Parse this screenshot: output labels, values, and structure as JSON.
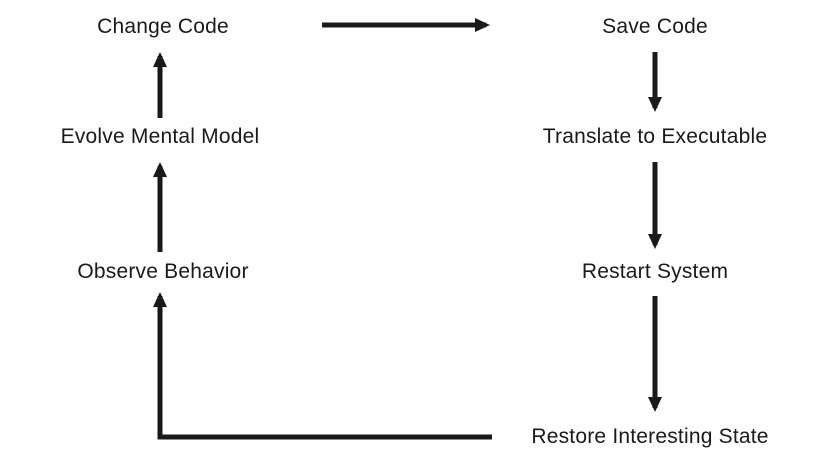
{
  "diagram": {
    "type": "flowchart-cycle",
    "background": "#ffffff",
    "colors": {
      "text": "#1a1a1a",
      "arrow": "#1a1a1a"
    },
    "nodes": {
      "change_code": {
        "label": "Change Code"
      },
      "save_code": {
        "label": "Save Code"
      },
      "evolve_mental_model": {
        "label": "Evolve Mental Model"
      },
      "translate_to_executable": {
        "label": "Translate to Executable"
      },
      "observe_behavior": {
        "label": "Observe Behavior"
      },
      "restart_system": {
        "label": "Restart System"
      },
      "restore_interesting_state": {
        "label": "Restore Interesting State"
      }
    },
    "edges": [
      {
        "from": "change_code",
        "to": "save_code"
      },
      {
        "from": "save_code",
        "to": "translate_to_executable"
      },
      {
        "from": "translate_to_executable",
        "to": "restart_system"
      },
      {
        "from": "restart_system",
        "to": "restore_interesting_state"
      },
      {
        "from": "restore_interesting_state",
        "to": "observe_behavior"
      },
      {
        "from": "observe_behavior",
        "to": "evolve_mental_model"
      },
      {
        "from": "evolve_mental_model",
        "to": "change_code"
      }
    ]
  }
}
